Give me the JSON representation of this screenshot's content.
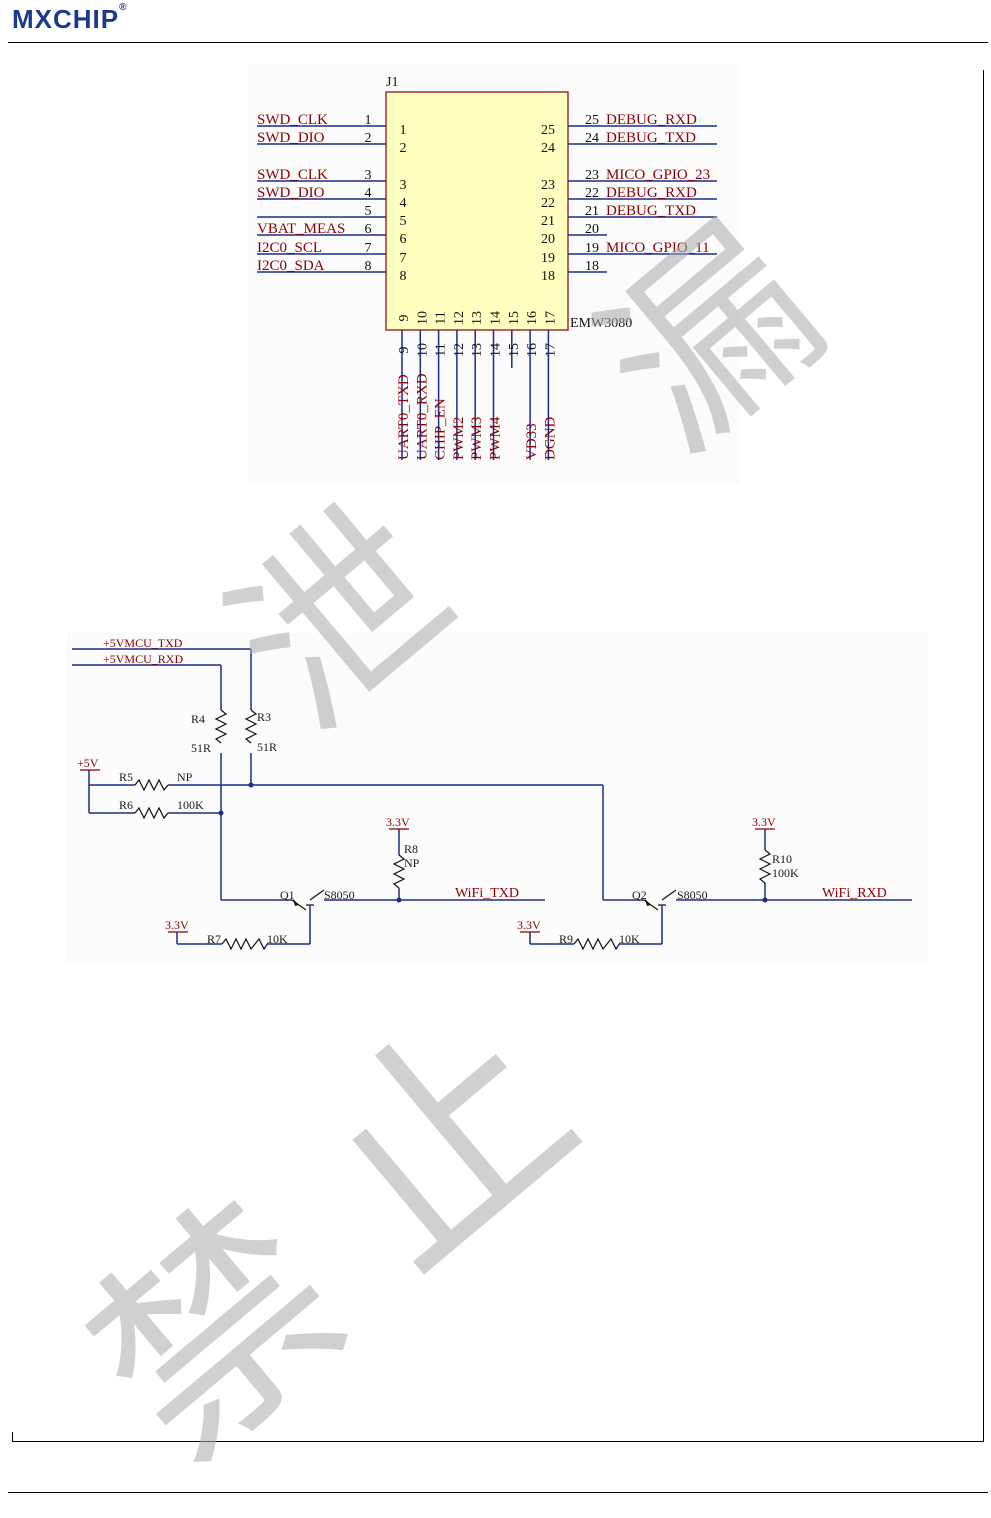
{
  "header": {
    "logo": "MXCHIP",
    "registered": "®"
  },
  "j1": {
    "ref": "J1",
    "part": "EMW3080",
    "left_pins": [
      {
        "pin": "1",
        "inner": "1",
        "net": "SWD_CLK"
      },
      {
        "pin": "2",
        "inner": "2",
        "net": "SWD_DIO"
      },
      {
        "pin": "3",
        "inner": "3",
        "net": "SWD_CLK"
      },
      {
        "pin": "4",
        "inner": "4",
        "net": "SWD_DIO"
      },
      {
        "pin": "5",
        "inner": "5",
        "net": ""
      },
      {
        "pin": "6",
        "inner": "6",
        "net": "VBAT_MEAS"
      },
      {
        "pin": "7",
        "inner": "7",
        "net": "I2C0_SCL"
      },
      {
        "pin": "8",
        "inner": "8",
        "net": "I2C0_SDA"
      }
    ],
    "right_pins": [
      {
        "pin": "25",
        "inner": "25",
        "net": "DEBUG_RXD"
      },
      {
        "pin": "24",
        "inner": "24",
        "net": "DEBUG_TXD"
      },
      {
        "pin": "23",
        "inner": "23",
        "net": "MICO_GPIO_23"
      },
      {
        "pin": "22",
        "inner": "22",
        "net": "DEBUG_RXD"
      },
      {
        "pin": "21",
        "inner": "21",
        "net": "DEBUG_TXD"
      },
      {
        "pin": "20",
        "inner": "20",
        "net": ""
      },
      {
        "pin": "19",
        "inner": "19",
        "net": "MICO_GPIO_11"
      },
      {
        "pin": "18",
        "inner": "18",
        "net": ""
      }
    ],
    "bottom_pins": [
      {
        "pin": "9",
        "net": "UART0_TXD"
      },
      {
        "pin": "10",
        "net": "UART0_RXD"
      },
      {
        "pin": "11",
        "net": "CHIP_EN"
      },
      {
        "pin": "12",
        "net": "PWM2"
      },
      {
        "pin": "13",
        "net": "PWM3"
      },
      {
        "pin": "14",
        "net": "PWM4"
      },
      {
        "pin": "15",
        "net": ""
      },
      {
        "pin": "16",
        "net": "VD33"
      },
      {
        "pin": "17",
        "net": "DGND"
      }
    ]
  },
  "level_shifter": {
    "nets": {
      "mcu_txd": "+5VMCU_TXD",
      "mcu_rxd": "+5VMCU_RXD",
      "wifi_txd": "WiFi_TXD",
      "wifi_rxd": "WiFi_RXD",
      "p5v": "+5V",
      "p33_a": "3.3V",
      "p33_b": "3.3V",
      "p33_c": "3.3V",
      "p33_d": "3.3V"
    },
    "R4": {
      "ref": "R4",
      "val": "51R"
    },
    "R3": {
      "ref": "R3",
      "val": "51R"
    },
    "R5": {
      "ref": "R5",
      "val": "NP"
    },
    "R6": {
      "ref": "R6",
      "val": "100K"
    },
    "R8": {
      "ref": "R8",
      "val": "NP"
    },
    "R7": {
      "ref": "R7",
      "val": "10K"
    },
    "R9": {
      "ref": "R9",
      "val": "10K"
    },
    "R10": {
      "ref": "R10",
      "val": "100K"
    },
    "Q1": {
      "ref": "Q1",
      "val": "S8050"
    },
    "Q2": {
      "ref": "Q2",
      "val": "S8050"
    }
  },
  "watermark": [
    "禁",
    "止",
    "泄",
    "漏"
  ],
  "colors": {
    "net": "#8b0000",
    "wire": "#1c2d8a",
    "body": "#ffffc0"
  }
}
